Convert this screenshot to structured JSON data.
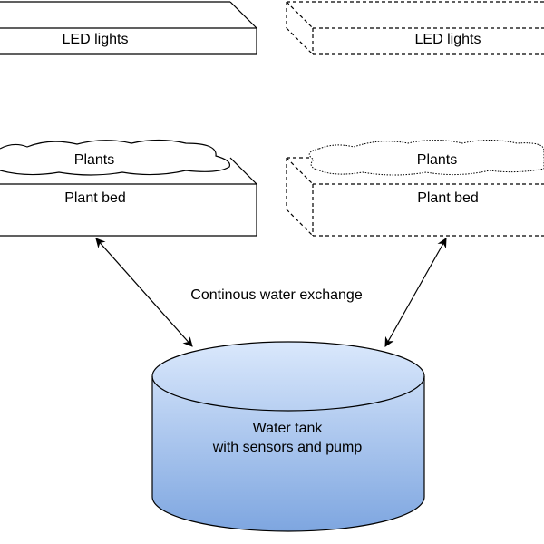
{
  "left_unit": {
    "top_label": "LED lights",
    "plants_label": "Plants",
    "bed_label": "Plant bed"
  },
  "right_unit": {
    "top_label": "LED lights",
    "plants_label": "Plants",
    "bed_label": "Plant bed"
  },
  "exchange_label": "Continous water exchange",
  "tank": {
    "line1": "Water tank",
    "line2": "with sensors and pump",
    "fill_top": "#dae8fc",
    "fill_bottom": "#7ea6e0"
  }
}
